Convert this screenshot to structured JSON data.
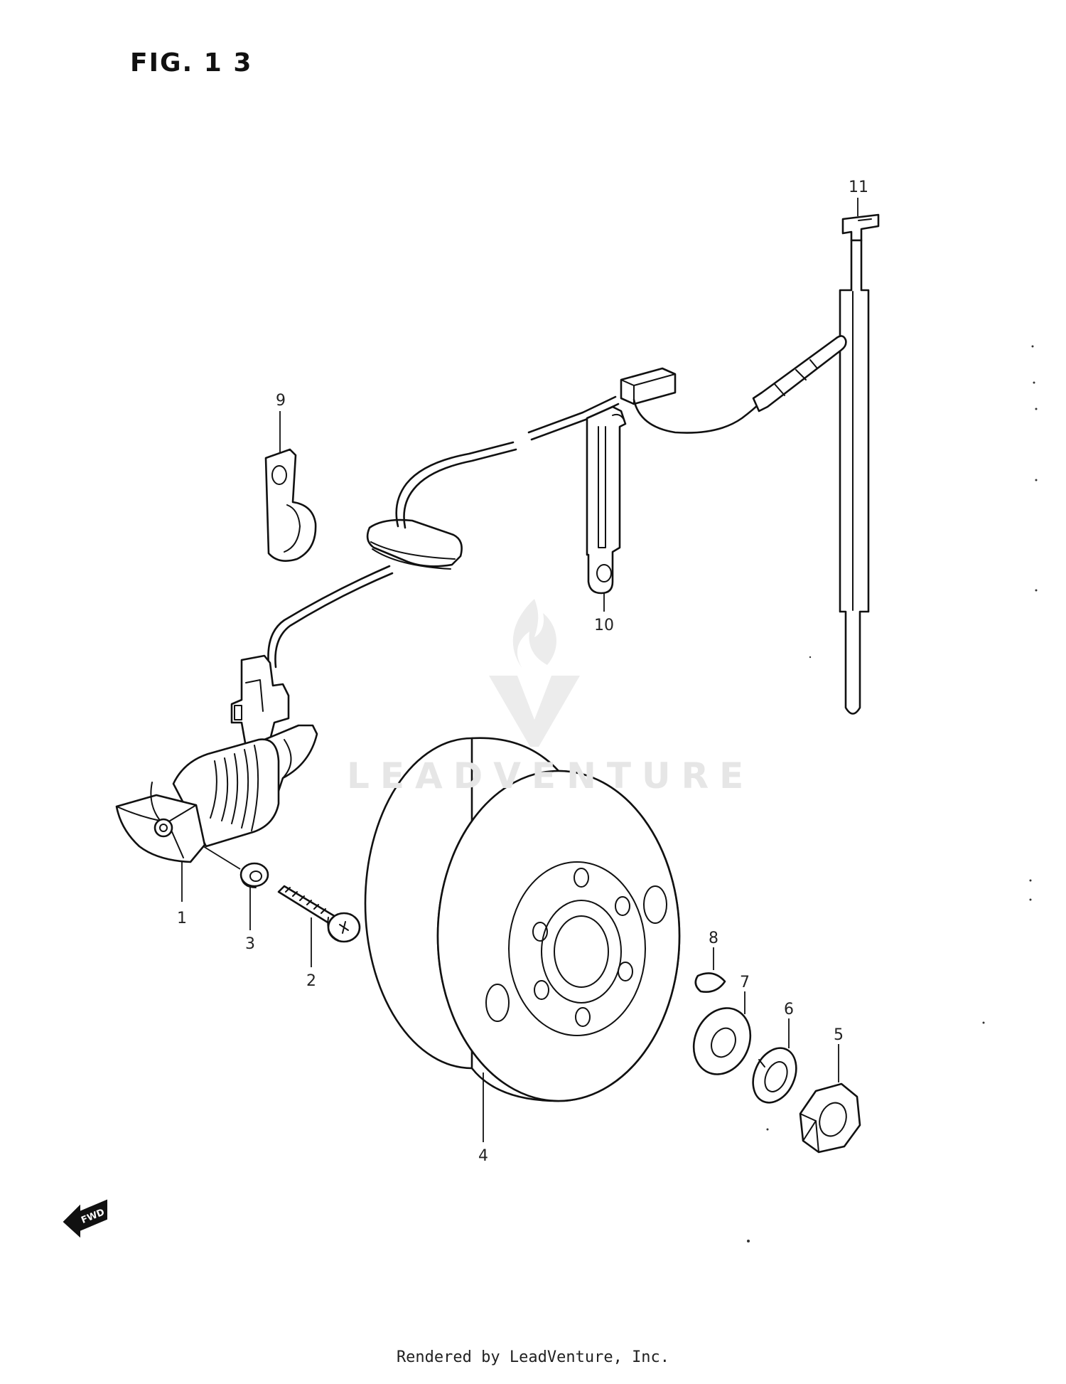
{
  "figure_title": "FIG. 1 3",
  "footer_text": "Rendered by LeadVenture, Inc.",
  "watermark_text": "LEADVENTURE",
  "fwd_label": "FWD",
  "callouts": {
    "p1": "1",
    "p2": "2",
    "p3": "3",
    "p4": "4",
    "p5": "5",
    "p6": "6",
    "p7": "7",
    "p8": "8",
    "p9": "9",
    "p10": "10",
    "p11": "11"
  },
  "colors": {
    "line": "#111111",
    "watermark": "#e6e6e6",
    "background": "#ffffff"
  }
}
